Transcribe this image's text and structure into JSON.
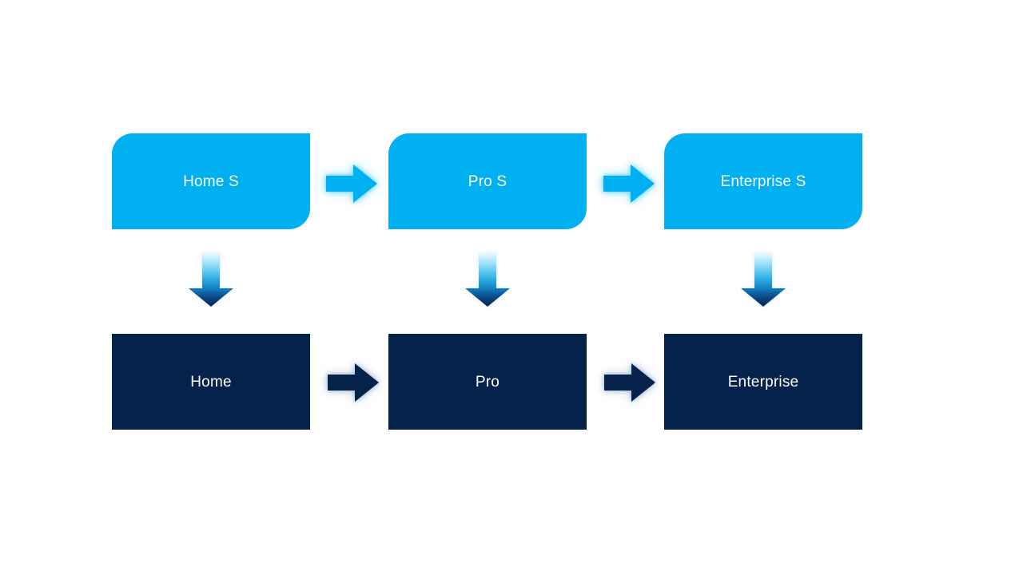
{
  "diagram": {
    "description": "Edition upgrade path flowchart, two rows of three nodes",
    "top_row": {
      "fill": "#00B0F0",
      "text_color": "#FFFFFF",
      "items": [
        {
          "id": "home-s",
          "label": "Home S"
        },
        {
          "id": "pro-s",
          "label": "Pro S"
        },
        {
          "id": "enterprise-s",
          "label": "Enterprise S"
        }
      ]
    },
    "bottom_row": {
      "fill": "#05224A",
      "text_color": "#FFFFFF",
      "items": [
        {
          "id": "home",
          "label": "Home"
        },
        {
          "id": "pro",
          "label": "Pro"
        },
        {
          "id": "enterprise",
          "label": "Enterprise"
        }
      ]
    },
    "connectors": {
      "horizontal_top": {
        "shape": "right-arrow",
        "color": "#00B0F0",
        "glow_color": "#4DD0FF",
        "links": [
          "Home S → Pro S",
          "Pro S → Enterprise S"
        ]
      },
      "horizontal_bottom": {
        "shape": "right-arrow",
        "color": "#05224A",
        "glow_color": "#96AFD2",
        "links": [
          "Home → Pro",
          "Pro → Enterprise"
        ]
      },
      "vertical": {
        "shape": "down-arrow",
        "gradient": [
          "#ECF8FE",
          "#9ADFF8",
          "#38B5E8",
          "#1283C4",
          "#0C4E8F",
          "#06234B"
        ],
        "links": [
          "Home S → Home",
          "Pro S → Pro",
          "Enterprise S → Enterprise"
        ]
      }
    },
    "background": "#FFFFFF"
  }
}
